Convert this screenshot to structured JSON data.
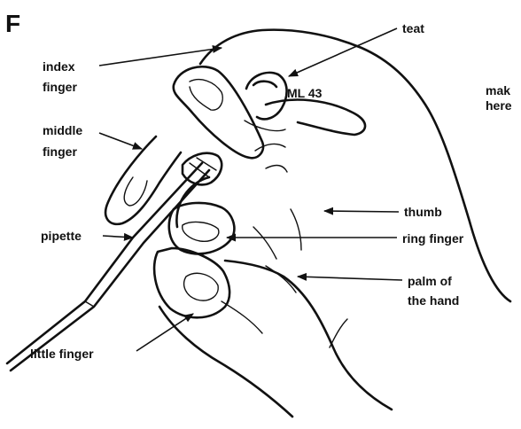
{
  "figure": {
    "panel_letter": "F",
    "teat_marking": "ML 43",
    "cut_off_text": [
      "mak",
      "here"
    ],
    "labels": {
      "index_finger": [
        "index",
        "finger"
      ],
      "middle_finger": [
        "middle",
        "finger"
      ],
      "pipette": "pipette",
      "little_finger": "little finger",
      "teat": "teat",
      "thumb": "thumb",
      "ring_finger": "ring finger",
      "palm": [
        "palm of",
        "the hand"
      ]
    }
  }
}
